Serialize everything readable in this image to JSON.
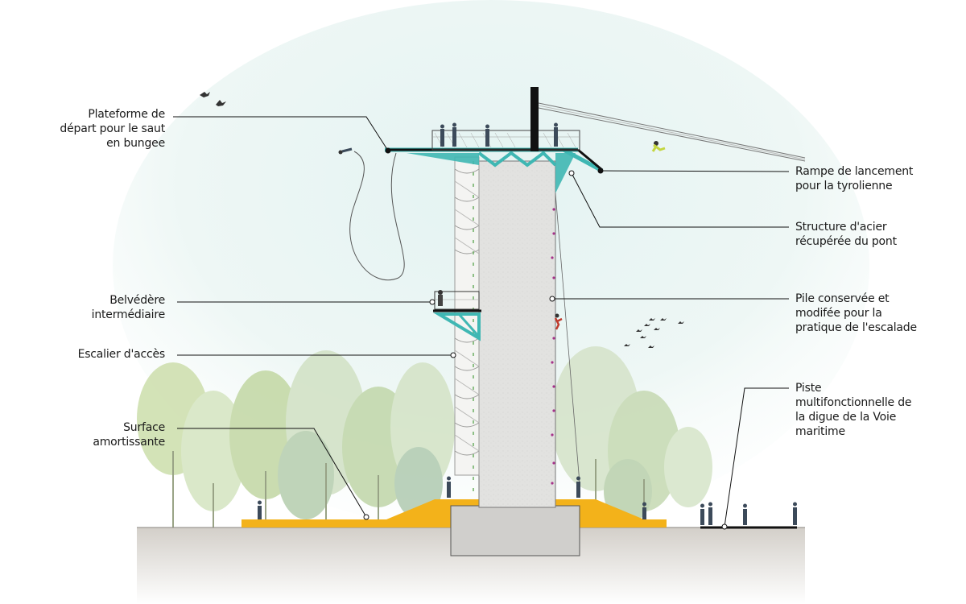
{
  "labels": {
    "bungee_platform": "Plateforme de\ndépart pour le saut\nen bungee",
    "zipline_ramp": "Rampe de lancement\npour la tyrolienne",
    "steel_structure": "Structure d'acier\nrécupérée du pont",
    "intermediate_belvedere": "Belvédère\nintermédiaire",
    "pier": "Pile conservée et\nmodifée pour la\npratique de l'escalade",
    "stairs": "Escalier d'accès",
    "multi_path": "Piste\nmultifonctionnelle de\nla digue de la Voie\nmaritime",
    "cushion_surface": "Surface\namortissante"
  },
  "colors": {
    "sky": "#dcefee",
    "ground": "#d6d2cc",
    "concrete": "#e4e4e2",
    "steel": "#3fb7b3",
    "cushion": "#f3b21a",
    "leader": "#111111",
    "tree_light": "#c9dc9a",
    "tree_mid": "#b7cfa0",
    "tree_pale": "#d9e6c9"
  }
}
